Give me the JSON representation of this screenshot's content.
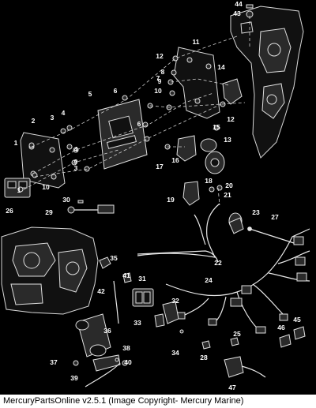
{
  "diagram": {
    "callouts": [
      "1",
      "2",
      "3",
      "4",
      "5",
      "6",
      "7",
      "8",
      "9",
      "10",
      "11",
      "12",
      "13",
      "14",
      "15",
      "16",
      "17",
      "18",
      "19",
      "20",
      "21",
      "22",
      "23",
      "24",
      "25",
      "26",
      "27",
      "28",
      "29",
      "30",
      "31",
      "32",
      "33",
      "34",
      "35",
      "36",
      "37",
      "38",
      "39",
      "40",
      "41",
      "42",
      "43",
      "44",
      "45",
      "46",
      "47"
    ]
  },
  "footer": {
    "caption": "MercuryPartsOnline v2.5.1 (Image Copyright- Mercury Marine)"
  }
}
